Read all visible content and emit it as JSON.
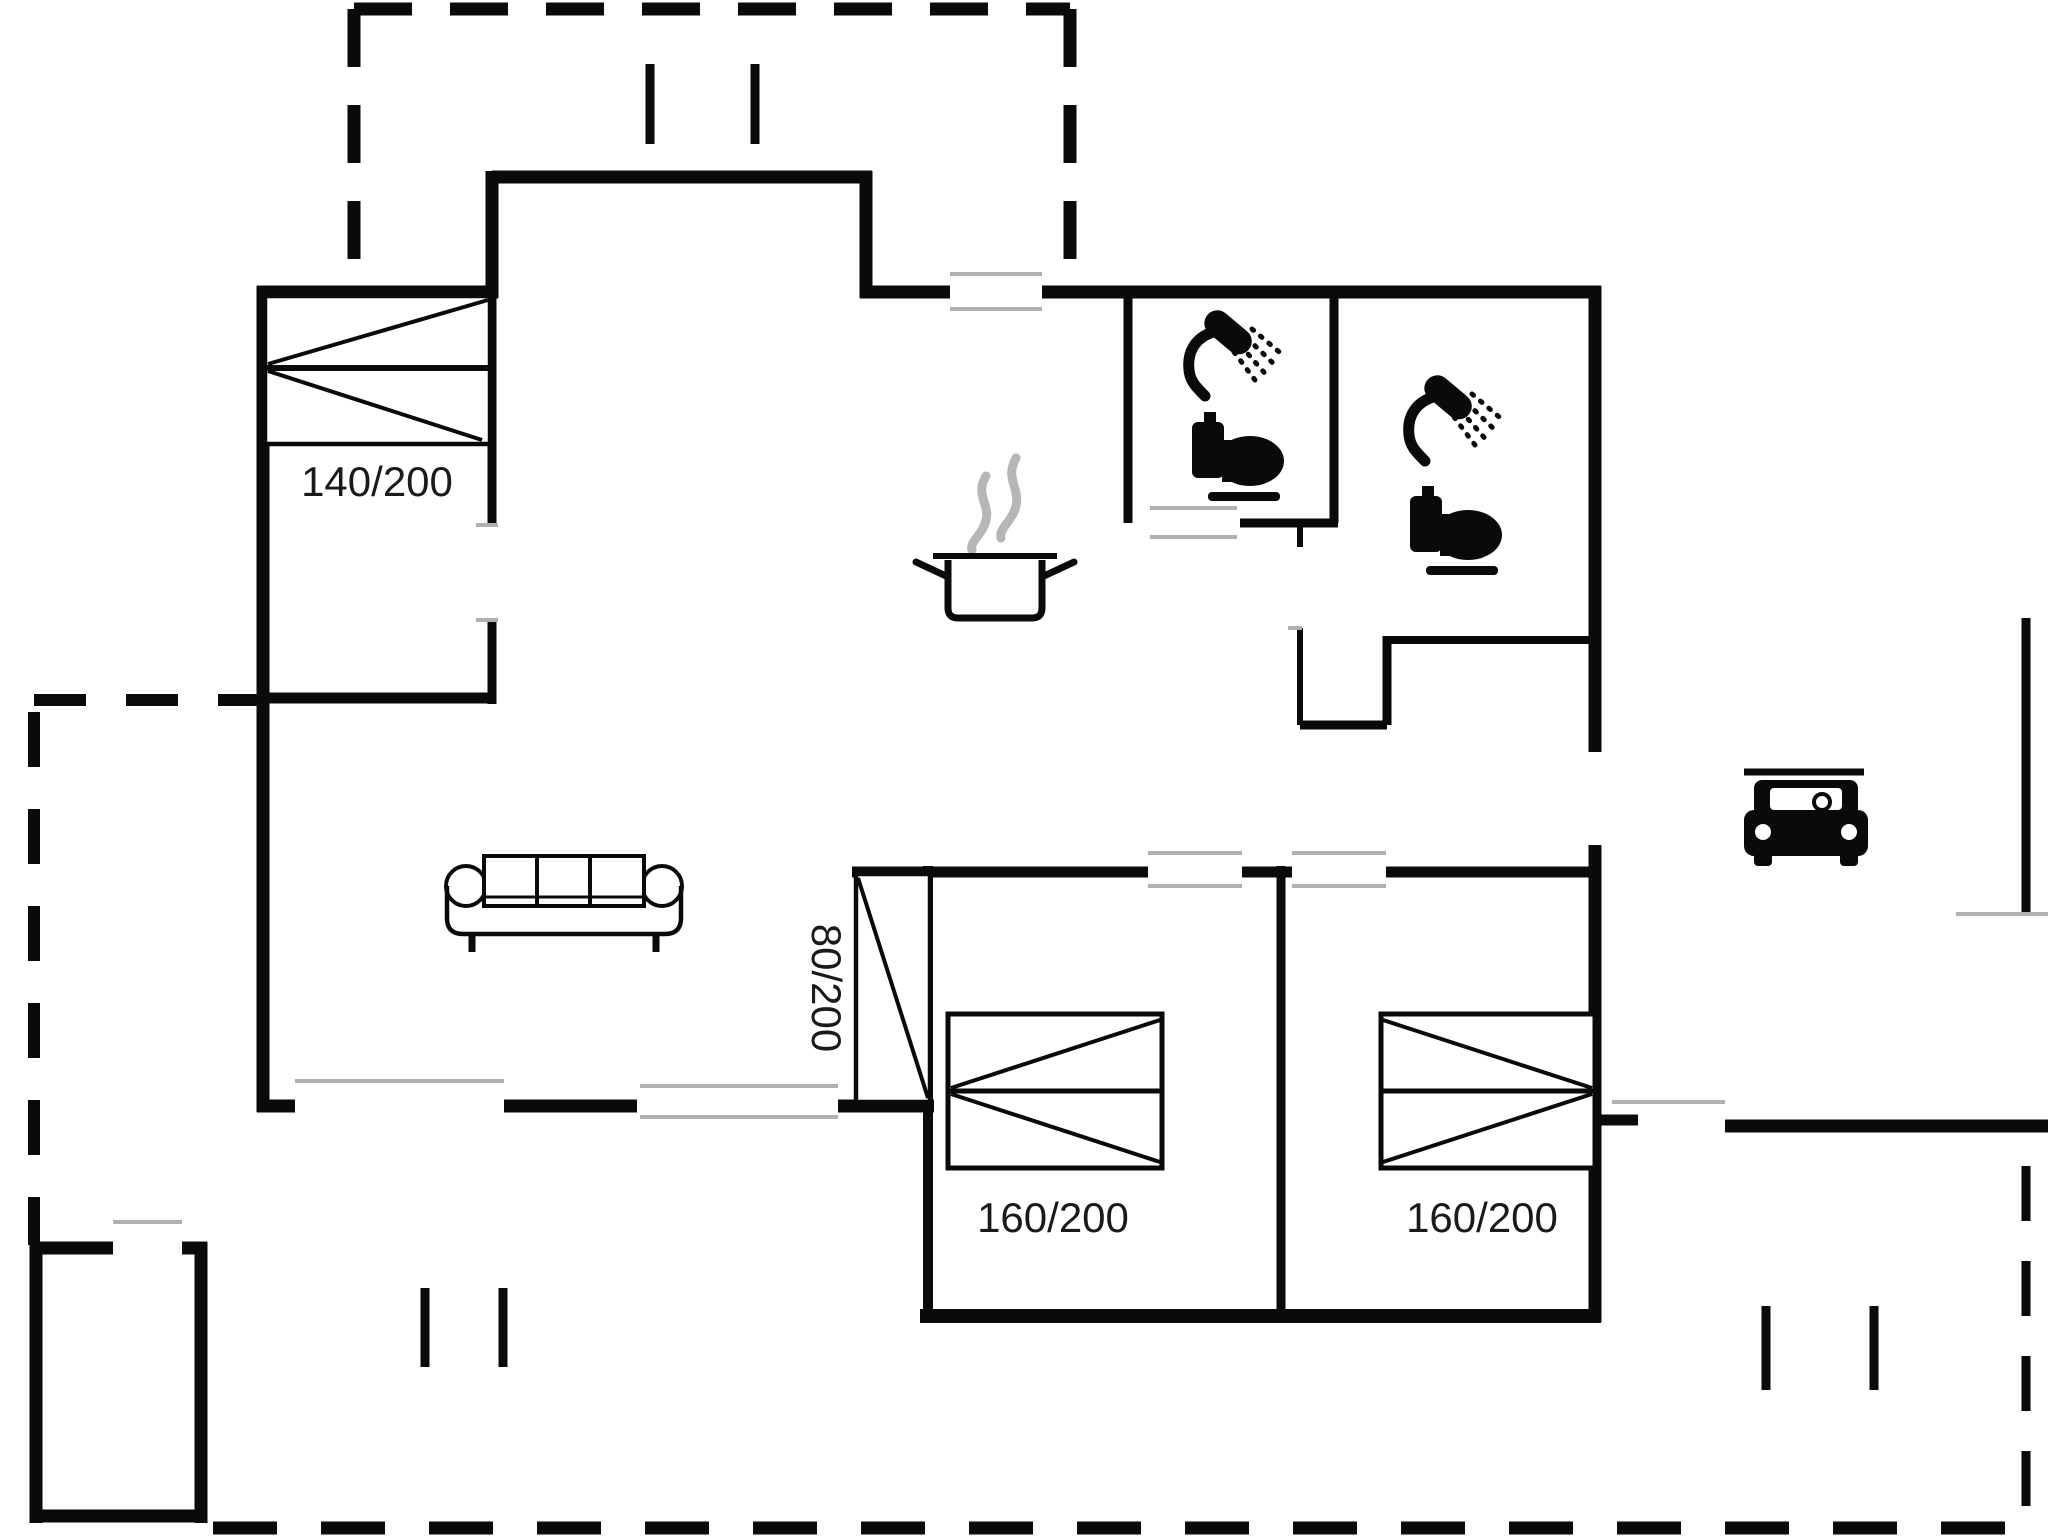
{
  "colors": {
    "background": "#ffffff",
    "wall": "#0a0a0a",
    "window_line": "#b0b0b0",
    "steam": "#b6b6b6",
    "label_text": "#1a1a1a"
  },
  "beds": [
    {
      "name": "double-bed-top-left",
      "label": "140/200"
    },
    {
      "name": "single-bed-alcove",
      "label": "80/200"
    },
    {
      "name": "double-bed-bottom-left",
      "label": "160/200"
    },
    {
      "name": "double-bed-bottom-right",
      "label": "160/200"
    }
  ],
  "icons": {
    "shower_left": "shower-icon",
    "shower_right": "shower-icon",
    "toilet_left": "toilet-icon",
    "toilet_right": "toilet-icon",
    "cooking_pot": "cooking-pot-icon",
    "sofa": "sofa-icon",
    "car": "car-icon"
  }
}
